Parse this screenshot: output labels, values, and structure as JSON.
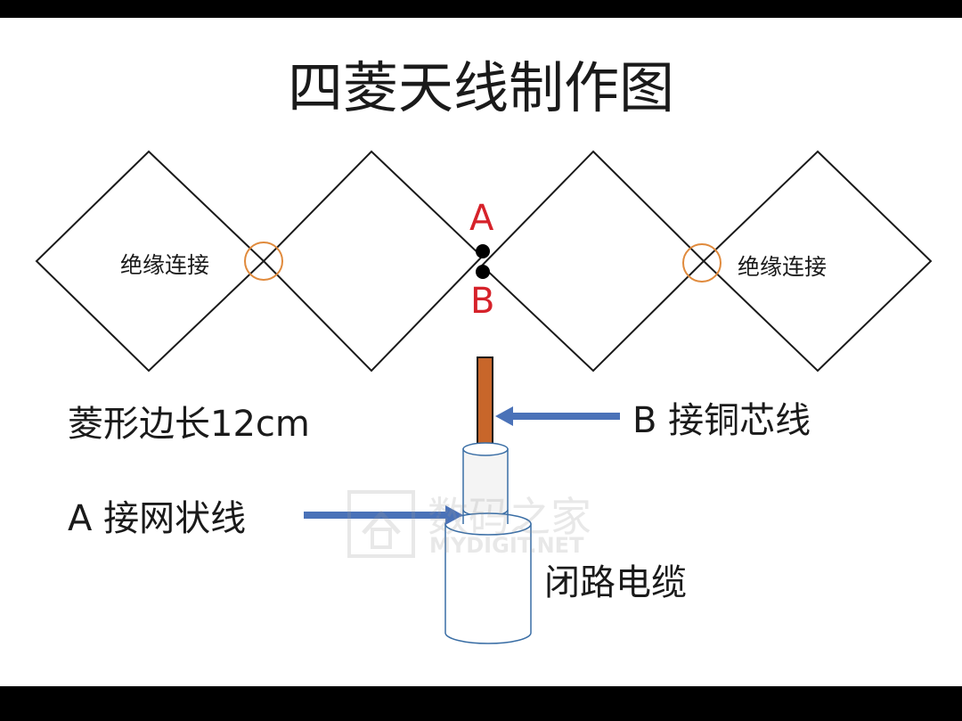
{
  "title": "四菱天线制作图",
  "labels": {
    "left_insulated": "绝缘连接",
    "right_insulated": "绝缘连接",
    "point_a": "A",
    "point_b": "B",
    "side_length": "菱形边长12cm",
    "b_core": "B 接铜芯线",
    "a_mesh": "A 接网状线",
    "cable": "闭路电缆"
  },
  "watermark": {
    "text_cn": "数码之家",
    "text_en": "MYDIGIT.NET"
  },
  "colors": {
    "page_border": "#000000",
    "background": "#ffffff",
    "line": "#1a1a1a",
    "point_label": "#d6222a",
    "insulator_ring": "#e08a3c",
    "copper_core": "#c8662a",
    "arrow": "#4a72b8"
  },
  "icons": {
    "feed_points": "feed-point-dot",
    "insulated_joints": "insulator-ring-icon",
    "arrows": "arrow-left-icon"
  }
}
